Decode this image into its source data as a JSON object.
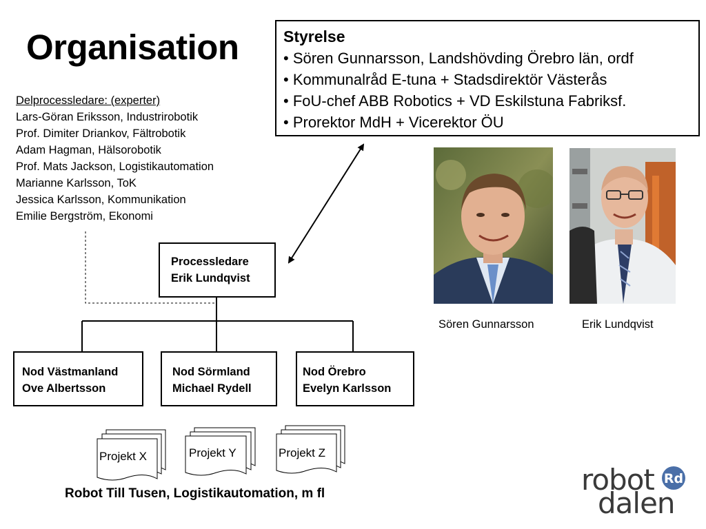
{
  "title": "Organisation",
  "delprocess": {
    "heading": "Delprocessledare: (experter)",
    "members": [
      "Lars-Göran Eriksson, Industrirobotik",
      "Prof. Dimiter Driankov, Fältrobotik",
      "Adam Hagman, Hälsorobotik",
      "Prof. Mats Jackson, Logistikautomation",
      "Marianne Karlsson, ToK",
      "Jessica Karlsson, Kommunikation",
      "Emilie Bergström, Ekonomi"
    ]
  },
  "board": {
    "title": "Styrelse",
    "items": [
      "• Sören Gunnarsson, Landshövding Örebro län, ordf",
      "• Kommunalråd E-tuna + Stadsdirektör Västerås",
      "• FoU-chef ABB Robotics + VD Eskilstuna Fabriksf.",
      "• Prorektor MdH + Vicerektor ÖU"
    ]
  },
  "process_leader": {
    "role": "Processledare",
    "name": "Erik Lundqvist"
  },
  "nodes": [
    {
      "region": "Nod Västmanland",
      "name": "Ove Albertsson"
    },
    {
      "region": "Nod Sörmland",
      "name": "Michael Rydell"
    },
    {
      "region": "Nod Örebro",
      "name": "Evelyn Karlsson"
    }
  ],
  "projects": [
    "Projekt X",
    "Projekt Y",
    "Projekt Z"
  ],
  "photos": [
    {
      "caption": "Sören Gunnarsson"
    },
    {
      "caption": "Erik Lundqvist"
    }
  ],
  "footer": "Robot Till Tusen, Logistikautomation,  m fl",
  "logo": {
    "line1": "robot",
    "line2": "dalen",
    "emblem": "Rd",
    "accent": "#4a6fa8"
  },
  "colors": {
    "text": "#000000",
    "background": "#ffffff",
    "logo_text": "#3a3a3a"
  }
}
